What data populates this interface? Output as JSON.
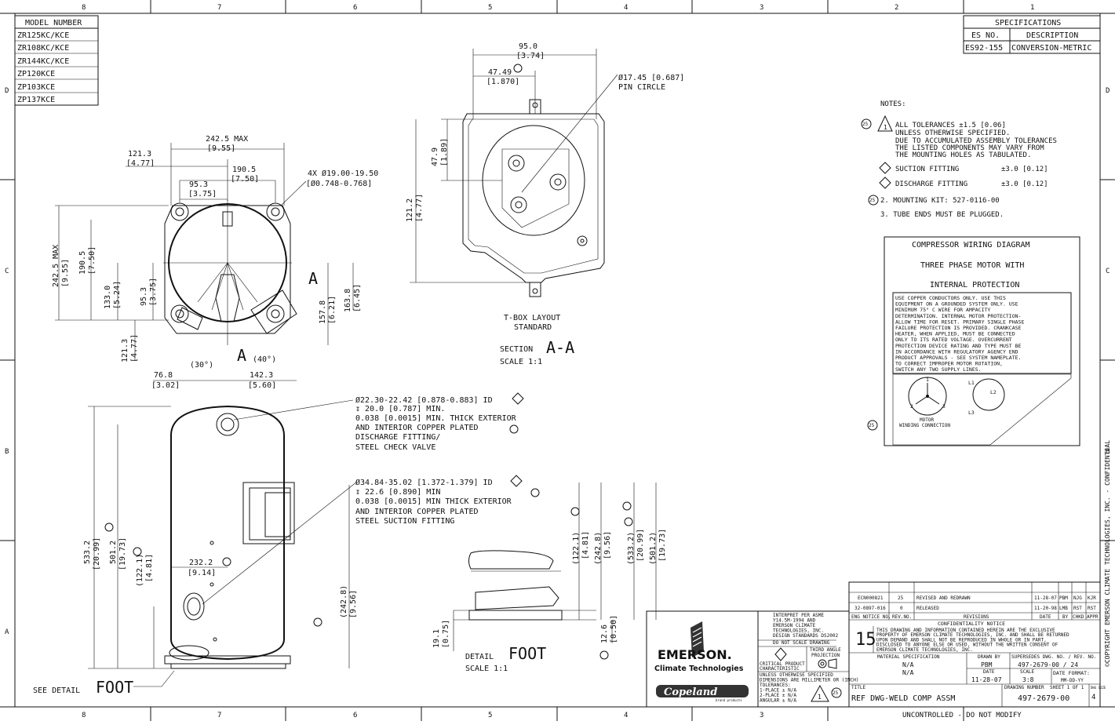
{
  "border": {
    "columns_top": [
      "8",
      "7",
      "6",
      "5",
      "4",
      "3",
      "2",
      "1"
    ],
    "columns_bottom": [
      "8",
      "7",
      "6",
      "5",
      "4",
      "3",
      "2",
      "1"
    ],
    "rows_left": [
      "D",
      "C",
      "B",
      "A"
    ],
    "rows_right": [
      "D",
      "C",
      "B",
      "A"
    ],
    "copyright_side": "©COPYRIGHT EMERSON CLIMATE TECHNOLOGIES, INC. - CONFIDENTIAL"
  },
  "model_table": {
    "header": "MODEL NUMBER",
    "models": [
      "ZR125KC/KCE",
      "ZR108KC/KCE",
      "ZR144KC/KCE",
      "ZP120KCE",
      "ZP103KCE",
      "ZP137KCE"
    ]
  },
  "spec_table": {
    "title": "SPECIFICATIONS",
    "col1": "ES NO.",
    "col2": "DESCRIPTION",
    "val1": "ES92-155",
    "val2": "CONVERSION-METRIC"
  },
  "notes": {
    "title": "NOTES:",
    "bubble": "25",
    "n1_num": "1",
    "n1": [
      "ALL TOLERANCES ±1.5 [0.06]",
      "UNLESS OTHERWISE SPECIFIED.",
      "DUE TO ACCUMULATED ASSEMBLY TOLERANCES",
      "THE LISTED COMPONENTS MAY VARY FROM",
      "THE MOUNTING HOLES AS TABULATED."
    ],
    "suction_label": "SUCTION FITTING",
    "suction_tol": "±3.0 [0.12]",
    "discharge_label": "DISCHARGE FITTING",
    "discharge_tol": "±3.0 [0.12]",
    "n2": "2. MOUNTING KIT: 527-0116-00",
    "n3": "3. TUBE ENDS MUST BE PLUGGED."
  },
  "wiring": {
    "title1": "COMPRESSOR WIRING DIAGRAM",
    "title2": "THREE PHASE MOTOR WITH",
    "title3": "INTERNAL PROTECTION",
    "text": [
      "USE COPPER CONDUCTORS ONLY.  USE THIS",
      "EQUIPMENT ON A GROUNDED SYSTEM ONLY.  USE",
      "MINIMUM 75° C WIRE FOR AMPACITY",
      "DETERMINATION.  INTERNAL MOTOR PROTECTION-",
      "ALLOW TIME FOR RESET.  PRIMARY SINGLE PHASE",
      "FAILURE PROTECTION IS PROVIDED.  CRANKCASE",
      "HEATER, WHEN APPLIED, MUST BE CONNECTED",
      "ONLY TO ITS RATED VOLTAGE.  OVERCURRENT",
      "PROTECTION DEVICE RATING AND TYPE MUST BE",
      "IN ACCORDANCE WITH REGULATORY AGENCY END",
      "PRODUCT APPROVALS - SEE SYSTEM NAMEPLATE.",
      "TO CORRECT IMPROPER MOTOR ROTATION,",
      "SWITCH ANY TWO SUPPLY LINES."
    ],
    "motor_label1": "MOTOR",
    "motor_label2": "WINDING CONNECTION",
    "t1": "1",
    "t2": "2",
    "t3": "3",
    "l1": "L1",
    "l2": "L2",
    "l3": "L3"
  },
  "top_view": {
    "d_242_5": "242.5  MAX",
    "d_242_5_in": "[9.55]",
    "d_121_3": "121.3",
    "d_121_3_in": "[4.77]",
    "d_190_5": "190.5",
    "d_190_5_in": "[7.50]",
    "d_95_3": "95.3",
    "d_95_3_in": "[3.75]",
    "holes1": "4X Ø19.00-19.50",
    "holes2": "[Ø0.748-0.768]",
    "v_242_5": "242.5  MAX",
    "v_242_5_in": "[9.55]",
    "v_190_5": "190.5",
    "v_190_5_in": "[7.50]",
    "v_133_0": "133.0",
    "v_133_0_in": "[5.24]",
    "v_95_3": "95.3",
    "v_95_3_in": "[3.75]",
    "v_121_3": "121.3",
    "v_121_3_in": "[4.77]",
    "v_157_8": "157.8",
    "v_157_8_in": "[6.21]",
    "v_163_8": "163.8",
    "v_163_8_in": "[6.45]",
    "ang30": "(30°)",
    "ang40": "(40°)",
    "d_76_8": "76.8",
    "d_76_8_in": "[3.02]",
    "d_142_3": "142.3",
    "d_142_3_in": "[5.60]",
    "sec_a": "A"
  },
  "tbox": {
    "d_95_0": "95.0",
    "d_95_0_in": "[3.74]",
    "d_47_4": "47.49",
    "d_47_4_in": "[1.870]",
    "pin1": "Ø17.45 [0.687]",
    "pin2": "PIN CIRCLE",
    "v_47_9": "47.9",
    "v_47_9_in": "[1.89]",
    "v_121_2": "121.2",
    "v_121_2_in": "[4.77]",
    "label1": "T-BOX LAYOUT",
    "label2": "STANDARD",
    "section": "SECTION",
    "section_big": "A-A",
    "scale": "SCALE  1:1"
  },
  "side_view": {
    "disc1": "Ø22.30-22.42 [0.878-0.883] ID",
    "disc2": "↧ 20.0 [0.787] MIN.",
    "disc3": "0.038 [0.0015] MIN. THICK EXTERIOR",
    "disc4": "AND INTERIOR COPPER PLATED",
    "disc5": "DISCHARGE FITTING/",
    "disc6": "STEEL CHECK VALVE",
    "suc1": "Ø34.84-35.02 [1.372-1.379] ID",
    "suc2": "↧ 22.6 [0.890] MIN",
    "suc3": "0.038 [0.0015] MIN THICK EXTERIOR",
    "suc4": "AND INTERIOR COPPER PLATED",
    "suc5": "STEEL SUCTION FITTING",
    "v_533_2": "533.2",
    "v_533_2_in": "[20.99]",
    "v_501_2": "501.2",
    "v_501_2_in": "[19.73]",
    "v_122_1": "(122.1)",
    "v_122_1_in": "[4.81]",
    "d_232_2": "232.2",
    "d_232_2_in": "[9.14]",
    "v_242_8": "(242.8)",
    "v_242_8_in": "[9.56]",
    "see_detail": "SEE DETAIL",
    "foot": "FOOT"
  },
  "foot_detail": {
    "d1": "(122.1)",
    "d1_in": "[4.81]",
    "d2": "(242.8)",
    "d2_in": "[9.56]",
    "d3": "(533.2)",
    "d3_in": "[20.99]",
    "d4": "(501.2)",
    "d4_in": "[19.73]",
    "d5": "19.1",
    "d5_in": "[0.75]",
    "d6": "12.6",
    "d6_in": "[0.50]",
    "detail": "DETAIL",
    "foot": "FOOT",
    "scale": "SCALE  1:1"
  },
  "title_block": {
    "interpret": [
      "INTERPRET PER ASME",
      "Y14.5M-1994 AND",
      "EMERSON CLIMATE",
      "TECHNOLOGIES, INC.",
      "DESIGN STANDARDS DS2002"
    ],
    "no_scale": "DO NOT SCALE DRAWING",
    "third_angle": [
      "THIRD ANGLE",
      "PROJECTION"
    ],
    "critical": [
      "CRITICAL PRODUCT",
      "CHARACTERISTIC"
    ],
    "unless": [
      "UNLESS OTHERWISE SPECIFIED",
      "DIMENSIONS ARE MILLIMETER OR (INCH)",
      "TOLERANCES:",
      "1-PLACE ± N/A",
      "2-PLACE ± N/A",
      "ANGULAR ± N/A"
    ],
    "emerson": "EMERSON.",
    "climate": "Climate Technologies",
    "copeland": "Copeland",
    "copeland_sub": "brand products",
    "tri_num": "1",
    "bubble": "25",
    "rev_rows": [
      {
        "eco": "ECN000821",
        "rev": "25",
        "desc": "REVISED AND REDRAWN",
        "date": "11-28-07",
        "by": "PBM",
        "chkd": "NJG",
        "appr": "KJR"
      },
      {
        "eco": "32-0897-016",
        "rev": "0",
        "desc": "RELEASED",
        "date": "11-20-98",
        "by": "LMB",
        "chkd": "RST",
        "appr": "RST"
      }
    ],
    "rev_head": {
      "eco": "ENG NOTICE NO.",
      "rev": "REV.NO.",
      "desc": "REVISIONS",
      "date": "DATE",
      "by": "BY",
      "chkd": "CHKD",
      "appr": "APPR"
    },
    "conf_title": "CONFIDENTIALITY NOTICE",
    "conf_text": [
      "THIS DRAWING AND INFORMATION CONTAINED HEREIN ARE THE EXCLUSIVE",
      "PROPERTY OF EMERSON CLIMATE TECHNOLOGIES, INC. AND SHALL BE RETURNED",
      "UPON DEMAND AND SHALL NOT BE REPRODUCED IN WHOLE OR IN PART,",
      "DISCLOSED TO ANYONE ELSE OR USED, WITHOUT THE WRITTEN CONSENT OF",
      "EMERSON CLIMATE TECHNOLOGIES, INC."
    ],
    "big_rev": "15",
    "material_label": "MATERIAL SPECIFICATION",
    "material": "N/A",
    "material2": "N/A",
    "drawn_label": "DRAWN BY",
    "drawn": "PBM",
    "date_label": "DATE",
    "date": "11-28-07",
    "supersedes_label": "SUPERSEDES DWG. NO. / REV. NO.",
    "supersedes": "497-2679-00 / 24",
    "scale_label": "SCALE",
    "scale": "3:8",
    "format_label": "DATE FORMAT:",
    "format": "MM-DD-YY",
    "title_label": "TITLE",
    "title": "REF DWG-WELD COMP ASSM",
    "dwg_label": "DRAWING NUMBER",
    "dwg": "497-2679-00",
    "sheet_label": "SHEET 1 OF 1",
    "size_label": "DWG SIZE",
    "size": "4",
    "uncontrolled": "UNCONTROLLED - DO NOT MODIFY"
  }
}
